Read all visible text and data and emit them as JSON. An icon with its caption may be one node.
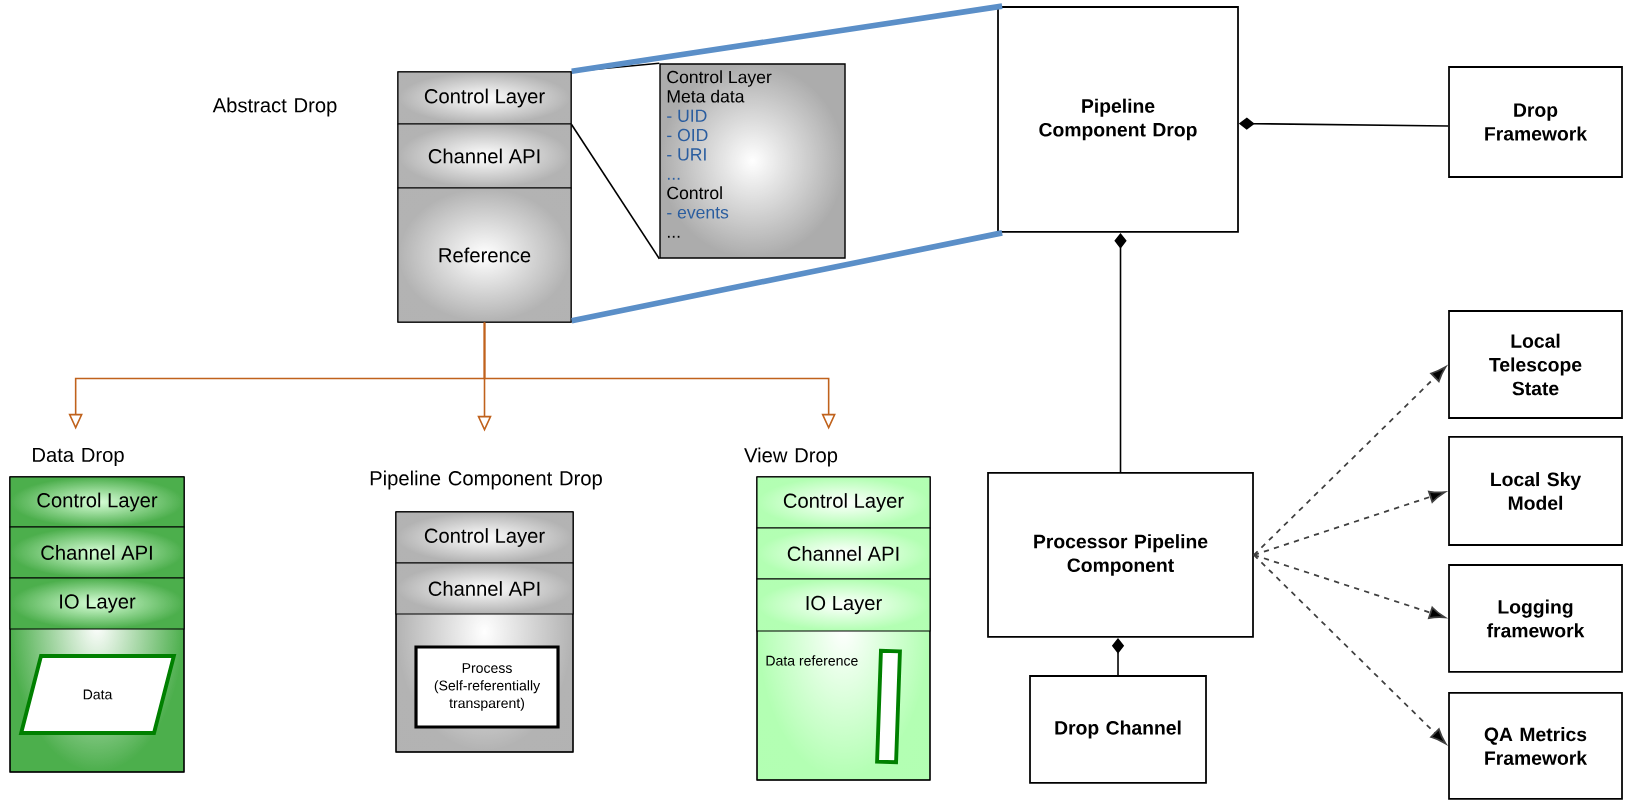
{
  "diagram": {
    "nodes": [
      {
        "text": [
          "Abstract Drop"
        ]
      },
      {
        "text": [
          "Control Layer"
        ],
        "in": 0
      },
      {
        "text": [
          "Channel API"
        ],
        "in": 0
      },
      {
        "text": [
          "Reference"
        ],
        "in": 0
      },
      {
        "text": [
          "Control Layer",
          "Meta data",
          "- UID",
          "- OID",
          "- URI",
          "...",
          "Control",
          "- events",
          "..."
        ]
      },
      {
        "text": [
          "Pipeline Component Drop"
        ]
      },
      {
        "text": [
          "Drop Framework"
        ]
      },
      {
        "text": [
          "Local Telescope State"
        ]
      },
      {
        "text": [
          "Local Sky Model"
        ]
      },
      {
        "text": [
          "Processor Pipeline Component"
        ]
      },
      {
        "text": [
          "Logging framework"
        ]
      },
      {
        "text": [
          "Drop Channel"
        ]
      },
      {
        "text": [
          "QA Metrics Framework"
        ]
      },
      {
        "text": [
          "Data Drop"
        ]
      },
      {
        "text": [
          "Control Layer"
        ],
        "in": 13
      },
      {
        "text": [
          "Channel API"
        ],
        "in": 13
      },
      {
        "text": [
          "IO Layer"
        ],
        "in": 13
      },
      {
        "text": [
          "Data"
        ],
        "in": 13
      },
      {
        "text": [
          "Pipeline Component Drop"
        ]
      },
      {
        "text": [
          "Control Layer"
        ],
        "in": 18
      },
      {
        "text": [
          "Channel API"
        ],
        "in": 18
      },
      {
        "text": [
          "Process",
          "(Self-referentially transparent)"
        ],
        "in": 18
      },
      {
        "text": [
          "View Drop"
        ]
      },
      {
        "text": [
          "Control Layer"
        ],
        "in": 22
      },
      {
        "text": [
          "Channel API"
        ],
        "in": 22
      },
      {
        "text": [
          "IO Layer"
        ],
        "in": 22
      },
      {
        "text": [],
        "shape": "bar",
        "in": 22
      }
    ],
    "edges": [
      {
        "from": 1,
        "to": 4,
        "arrow": "none"
      },
      {
        "from": 1,
        "to": 4,
        "arrow": "none"
      },
      {
        "from": 0,
        "to": 5,
        "arrow": "none",
        "style": "thick",
        "color": "#5b8fc8"
      },
      {
        "from": 0,
        "to": 5,
        "arrow": "none",
        "style": "thick",
        "color": "#5b8fc8"
      },
      {
        "from": 6,
        "to": 5,
        "arrow": "other"
      },
      {
        "from": 9,
        "to": 5,
        "arrow": "other"
      },
      {
        "from": 11,
        "to": 9,
        "arrow": "other"
      },
      {
        "from": 9,
        "to": 7,
        "arrow": "to",
        "style": "dashed"
      },
      {
        "from": 9,
        "to": 8,
        "arrow": "to",
        "style": "dashed"
      },
      {
        "from": 9,
        "to": 10,
        "arrow": "to",
        "style": "dashed"
      },
      {
        "from": 9,
        "to": 12,
        "arrow": "to",
        "style": "dashed"
      },
      {
        "from": 3,
        "to": 13,
        "arrow": "to",
        "color": "#c0621c"
      },
      {
        "from": 3,
        "to": 18,
        "arrow": "to",
        "color": "#c0621c"
      },
      {
        "from": 3,
        "to": 22,
        "arrow": "to",
        "color": "#c0621c"
      }
    ],
    "labels": [
      "Data reference"
    ]
  }
}
